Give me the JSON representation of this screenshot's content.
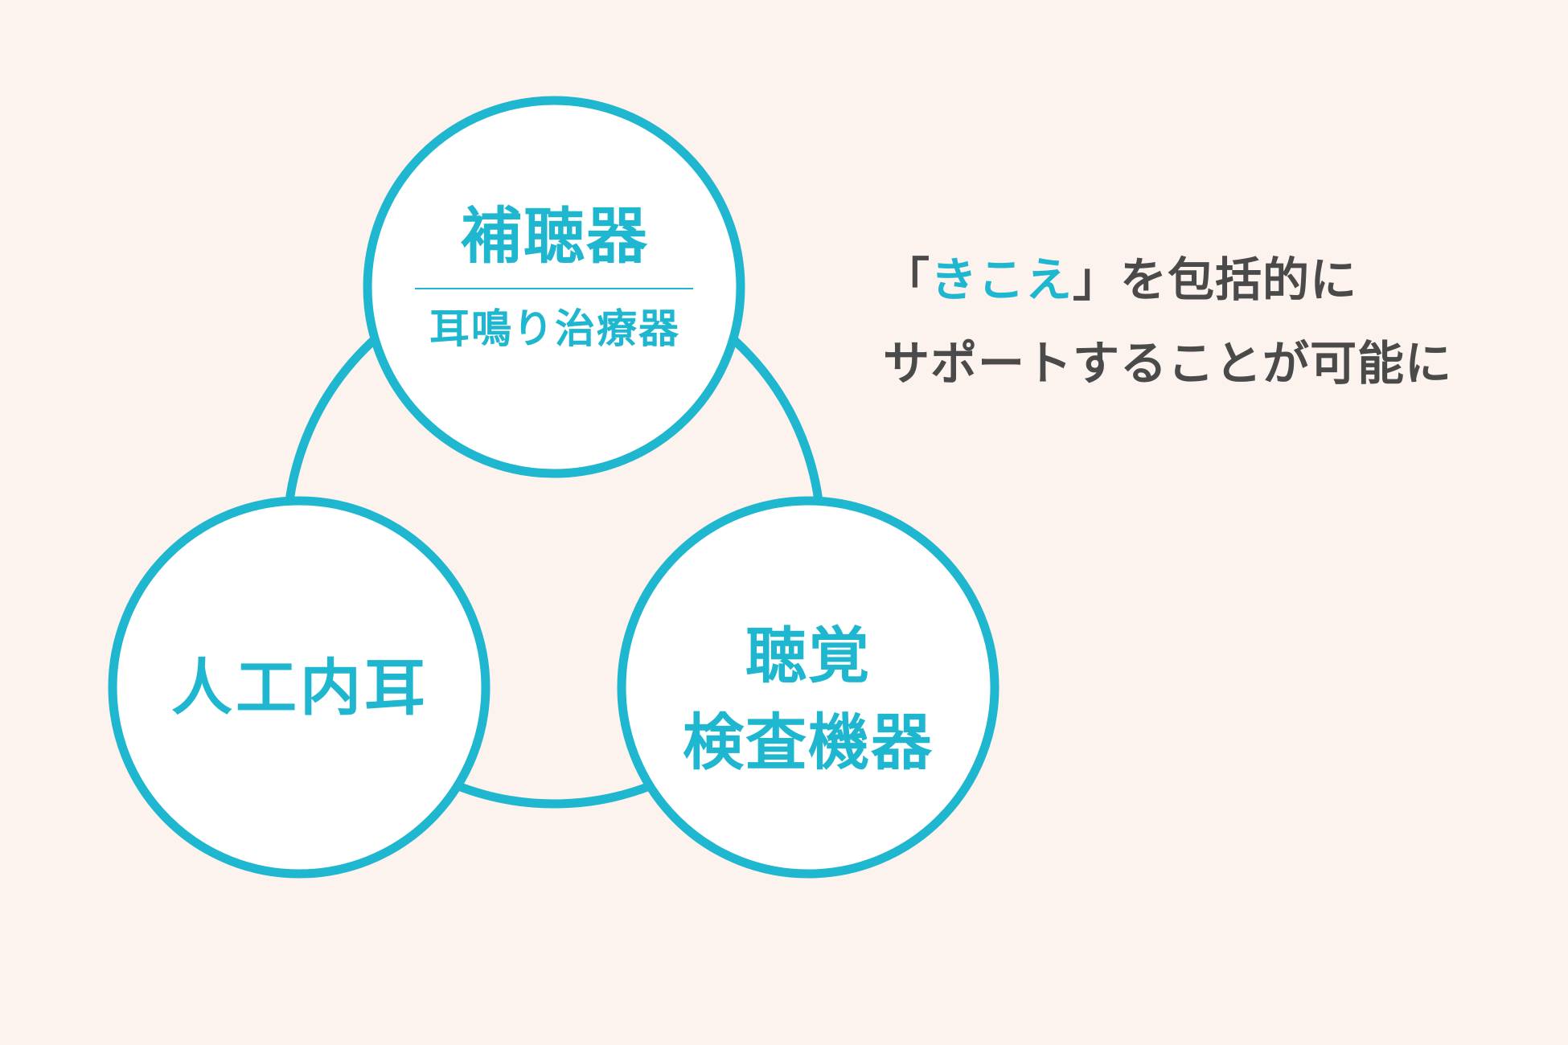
{
  "colors": {
    "background": "#fcf3ef",
    "accent": "#1fb6cf",
    "text": "#4a4a4a",
    "circle_fill": "#ffffff"
  },
  "diagram": {
    "nodes": [
      {
        "id": "top",
        "title": "補聴器",
        "subtitle": "耳鳴り治療器"
      },
      {
        "id": "left",
        "title": "人工内耳"
      },
      {
        "id": "right",
        "title_line1": "聴覚",
        "title_line2": "検査機器"
      }
    ]
  },
  "tagline": {
    "open_bracket": "「",
    "highlight": "きこえ",
    "close_bracket": "」",
    "line1_rest": "を包括的に",
    "line2": "サポートすることが可能に"
  }
}
